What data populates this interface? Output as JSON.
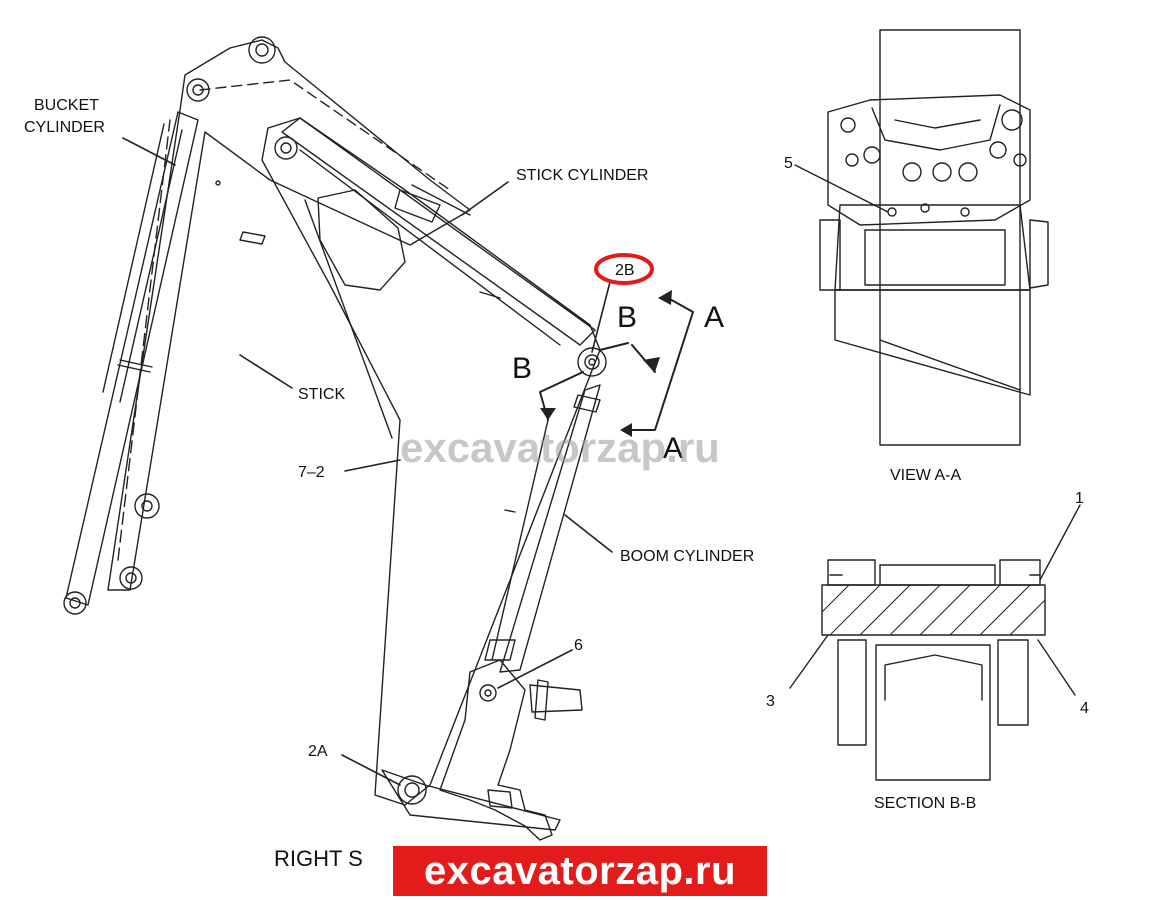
{
  "labels": {
    "bucket_cylinder_line1": "BUCKET",
    "bucket_cylinder_line2": "CYLINDER",
    "stick_cylinder": "STICK CYLINDER",
    "stick": "STICK",
    "boom_ref": "7–2",
    "boom_cylinder": "BOOM CYLINDER",
    "callout_2b": "2B",
    "callout_2a": "2A",
    "callout_6": "6",
    "callout_5": "5",
    "callout_1": "1",
    "callout_3": "3",
    "callout_4": "4",
    "section_a": "A",
    "section_b": "B",
    "view_title": "RIGHT S",
    "view_a_a": "VIEW A-A",
    "section_b_b": "SECTION B-B"
  },
  "watermark": {
    "center_text": "excavatorzap.ru",
    "banner_text": "excavatorzap.ru",
    "banner_color": "#e31b1b"
  },
  "highlight_color": "#e31b1b"
}
